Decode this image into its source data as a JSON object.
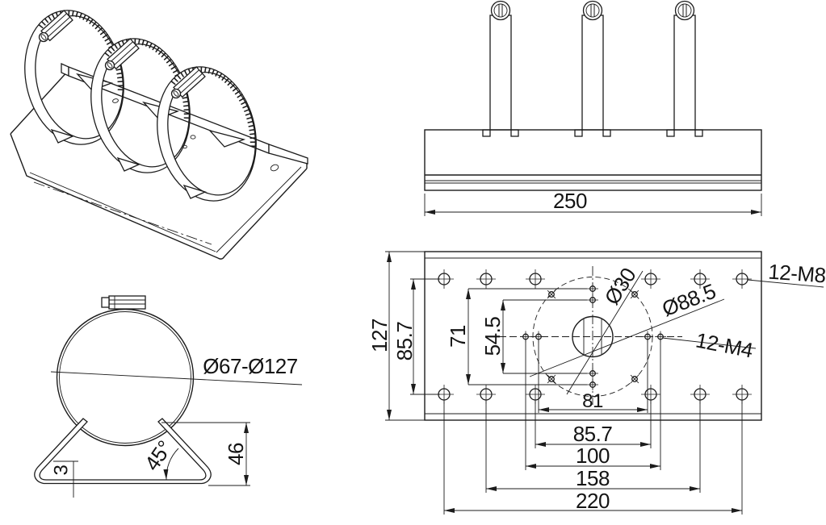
{
  "views": {
    "front": {
      "dim_width": "250"
    },
    "plan": {
      "dim_overall_height": "127",
      "dim_row_spacing": "85.7",
      "dim_v_outer": "71",
      "dim_v_inner": "54.5",
      "dim_w_inner": "81",
      "dim_w_m8_inner": "85.7",
      "dim_w_m4_outer": "100",
      "dim_w_m8_mid": "158",
      "dim_w_m8_outer": "220",
      "label_center_hole": "Ø30",
      "label_bolt_circle": "Ø88.5",
      "label_m8_holes": "12-M8",
      "label_m4_holes": "12-M4"
    },
    "side": {
      "label_clamp_range": "Ø67-Ø127",
      "dim_angle": "45°",
      "dim_height": "46",
      "dim_thickness": "3"
    }
  },
  "style": {
    "line_color": "#1c1c1c",
    "background": "#ffffff"
  }
}
